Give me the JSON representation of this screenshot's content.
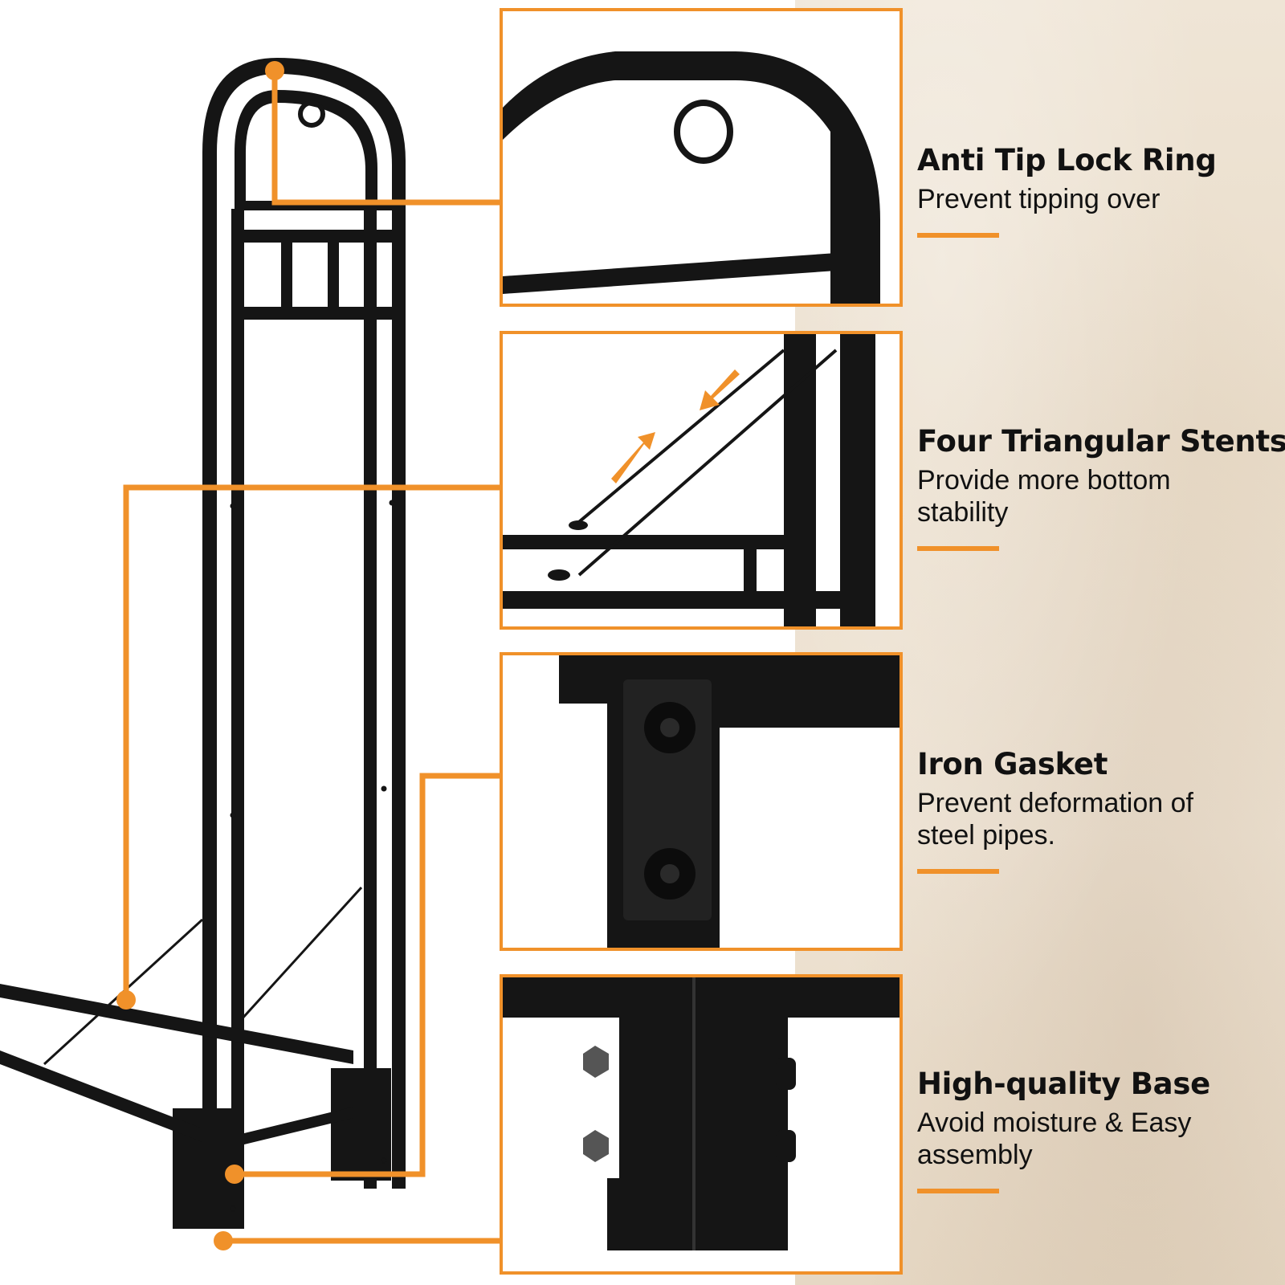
{
  "colors": {
    "accent": "#f0912a",
    "metal": "#151515",
    "text": "#111111",
    "background_left": "#ffffff",
    "background_right": "#ece0cf"
  },
  "features": [
    {
      "title": "Anti Tip Lock Ring",
      "description": "Prevent tipping over",
      "detail": "lock-ring-closeup"
    },
    {
      "title": "Four Triangular Stents",
      "description": "Provide more bottom stability",
      "detail": "triangular-stent-closeup"
    },
    {
      "title": "Iron Gasket",
      "description": "Prevent deformation of steel pipes.",
      "detail": "iron-gasket-closeup"
    },
    {
      "title": "High-quality Base",
      "description": "Avoid moisture & Easy assembly",
      "detail": "base-closeup"
    }
  ],
  "icons": [
    "lock-ring-icon",
    "stent-arrow-icon",
    "screw-icon",
    "bolt-icon",
    "callout-dot-icon"
  ]
}
